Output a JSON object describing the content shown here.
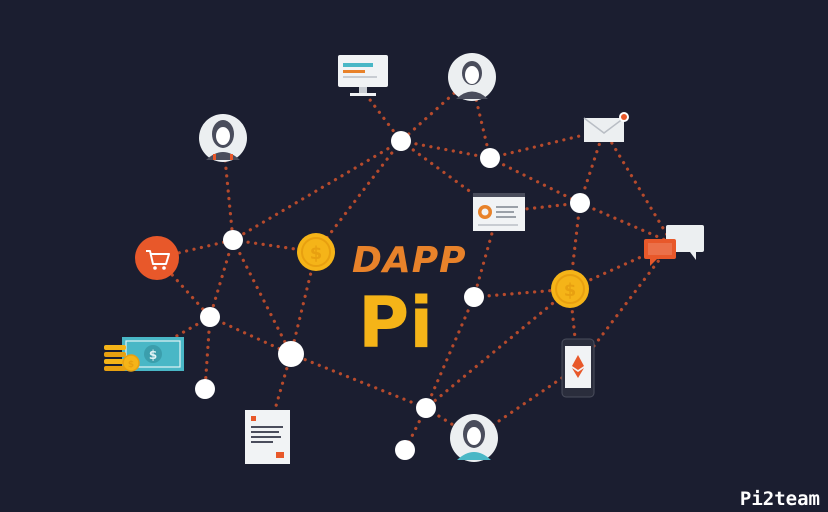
{
  "title": {
    "dapp": "DAPP",
    "pi": "Pi"
  },
  "watermark": "Pi2team",
  "colors": {
    "background": "#1b1e30",
    "link": "#b64a2c",
    "node": "#ffffff",
    "dapp_text": "#e8822a",
    "pi_text": "#f5b418",
    "coin": "#f5b418",
    "cart": "#e8582a"
  },
  "nodes": [
    {
      "name": "node-1",
      "icon": "none"
    },
    {
      "name": "node-2",
      "icon": "none"
    },
    {
      "name": "node-3",
      "icon": "none"
    },
    {
      "name": "node-4",
      "icon": "none"
    },
    {
      "name": "node-5",
      "icon": "none"
    },
    {
      "name": "node-6",
      "icon": "none"
    },
    {
      "name": "node-7",
      "icon": "none"
    },
    {
      "name": "node-8",
      "icon": "none"
    },
    {
      "name": "node-9",
      "icon": "none"
    },
    {
      "name": "node-10",
      "icon": "none"
    }
  ],
  "icons": [
    "monitor-icon",
    "user-avatar-icon",
    "envelope-icon",
    "browser-window-icon",
    "chat-bubbles-icon",
    "shopping-cart-icon",
    "coin-icon",
    "cash-icon",
    "document-icon",
    "smartphone-icon"
  ]
}
